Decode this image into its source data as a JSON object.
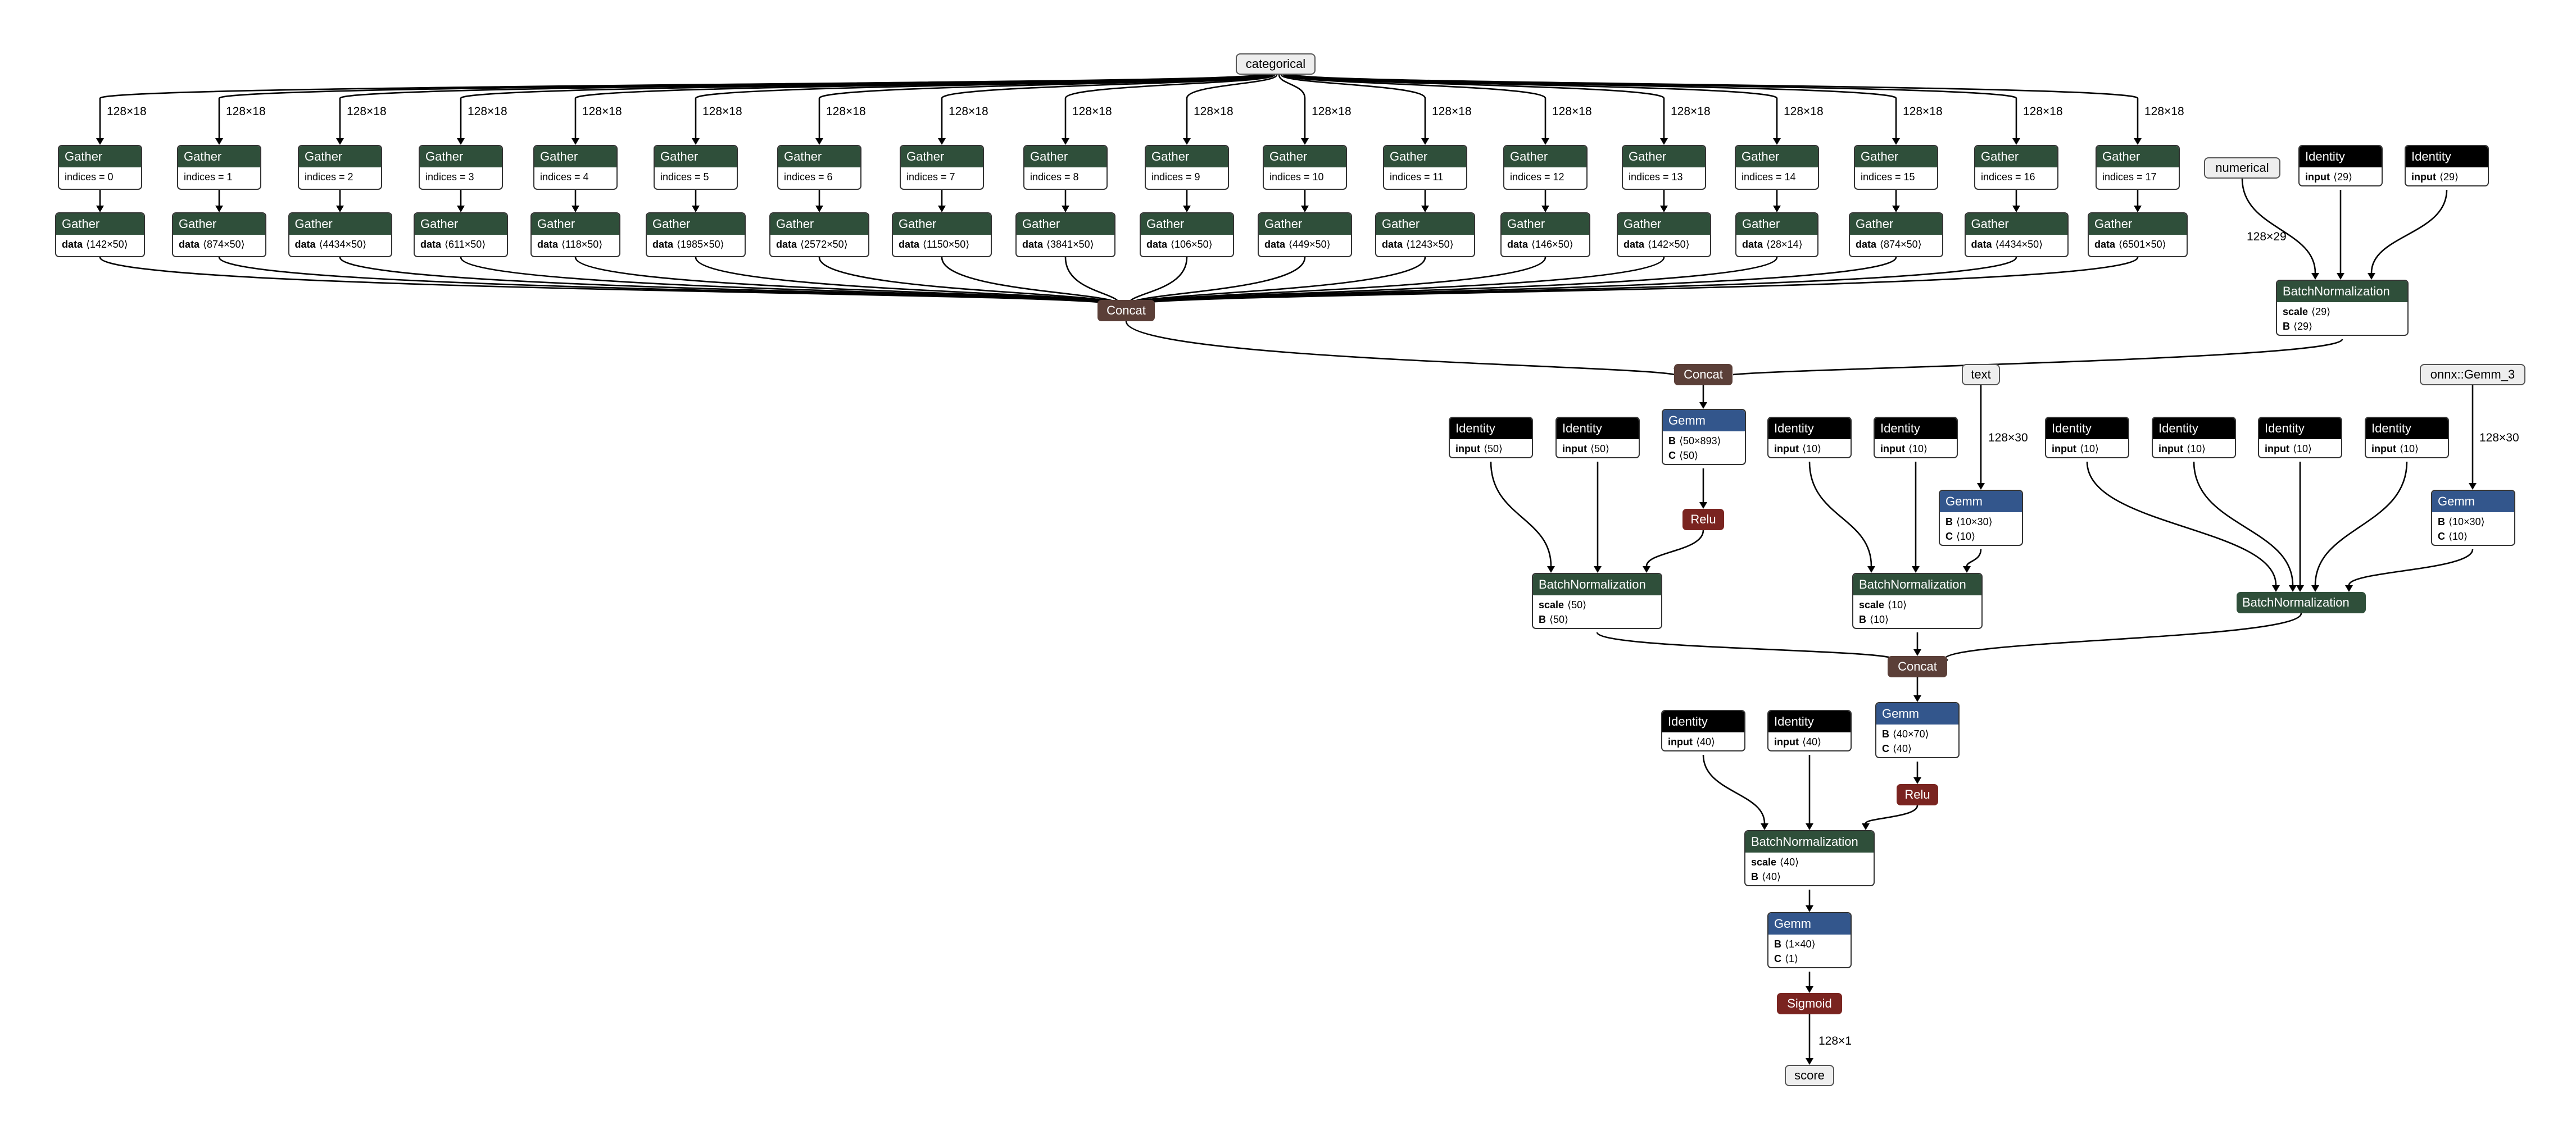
{
  "inputs": {
    "categorical": "categorical",
    "numerical": "numerical",
    "text": "text",
    "onnx_gemm3": "onnx::Gemm_3"
  },
  "output": "score",
  "categorical_gathers": [
    {
      "op": "Gather",
      "attr": "indices = 0",
      "data_label": "data",
      "data": "⟨142×50⟩"
    },
    {
      "op": "Gather",
      "attr": "indices = 1",
      "data_label": "data",
      "data": "⟨874×50⟩"
    },
    {
      "op": "Gather",
      "attr": "indices = 2",
      "data_label": "data",
      "data": "⟨4434×50⟩"
    },
    {
      "op": "Gather",
      "attr": "indices = 3",
      "data_label": "data",
      "data": "⟨611×50⟩"
    },
    {
      "op": "Gather",
      "attr": "indices = 4",
      "data_label": "data",
      "data": "⟨118×50⟩"
    },
    {
      "op": "Gather",
      "attr": "indices = 5",
      "data_label": "data",
      "data": "⟨1985×50⟩"
    },
    {
      "op": "Gather",
      "attr": "indices = 6",
      "data_label": "data",
      "data": "⟨2572×50⟩"
    },
    {
      "op": "Gather",
      "attr": "indices = 7",
      "data_label": "data",
      "data": "⟨1150×50⟩"
    },
    {
      "op": "Gather",
      "attr": "indices = 8",
      "data_label": "data",
      "data": "⟨3841×50⟩"
    },
    {
      "op": "Gather",
      "attr": "indices = 9",
      "data_label": "data",
      "data": "⟨106×50⟩"
    },
    {
      "op": "Gather",
      "attr": "indices = 10",
      "data_label": "data",
      "data": "⟨449×50⟩"
    },
    {
      "op": "Gather",
      "attr": "indices = 11",
      "data_label": "data",
      "data": "⟨1243×50⟩"
    },
    {
      "op": "Gather",
      "attr": "indices = 12",
      "data_label": "data",
      "data": "⟨146×50⟩"
    },
    {
      "op": "Gather",
      "attr": "indices = 13",
      "data_label": "data",
      "data": "⟨142×50⟩"
    },
    {
      "op": "Gather",
      "attr": "indices = 14",
      "data_label": "data",
      "data": "⟨28×14⟩"
    },
    {
      "op": "Gather",
      "attr": "indices = 15",
      "data_label": "data",
      "data": "⟨874×50⟩"
    },
    {
      "op": "Gather",
      "attr": "indices = 16",
      "data_label": "data",
      "data": "⟨4434×50⟩"
    },
    {
      "op": "Gather",
      "attr": "indices = 17",
      "data_label": "data",
      "data": "⟨6501×50⟩"
    }
  ],
  "edge_labels": {
    "cat_gather": "128×18",
    "numerical": "128×29",
    "text": "128×30",
    "onnx": "128×30",
    "score": "128×1"
  },
  "nodes": {
    "concat_cat": {
      "op": "Concat"
    },
    "id_num1": {
      "op": "Identity",
      "rows": [
        {
          "k": "input",
          "v": "⟨29⟩"
        }
      ]
    },
    "id_num2": {
      "op": "Identity",
      "rows": [
        {
          "k": "input",
          "v": "⟨29⟩"
        }
      ]
    },
    "bn_num": {
      "op": "BatchNormalization",
      "rows": [
        {
          "k": "scale",
          "v": "⟨29⟩"
        },
        {
          "k": "B",
          "v": "⟨29⟩"
        }
      ]
    },
    "concat_mid": {
      "op": "Concat"
    },
    "id_a1": {
      "op": "Identity",
      "rows": [
        {
          "k": "input",
          "v": "⟨50⟩"
        }
      ]
    },
    "id_a2": {
      "op": "Identity",
      "rows": [
        {
          "k": "input",
          "v": "⟨50⟩"
        }
      ]
    },
    "gemm_a": {
      "op": "Gemm",
      "rows": [
        {
          "k": "B",
          "v": "⟨50×893⟩"
        },
        {
          "k": "C",
          "v": "⟨50⟩"
        }
      ]
    },
    "relu_a": {
      "op": "Relu"
    },
    "bn_a": {
      "op": "BatchNormalization",
      "rows": [
        {
          "k": "scale",
          "v": "⟨50⟩"
        },
        {
          "k": "B",
          "v": "⟨50⟩"
        }
      ]
    },
    "id_b1": {
      "op": "Identity",
      "rows": [
        {
          "k": "input",
          "v": "⟨10⟩"
        }
      ]
    },
    "id_b2": {
      "op": "Identity",
      "rows": [
        {
          "k": "input",
          "v": "⟨10⟩"
        }
      ]
    },
    "gemm_b": {
      "op": "Gemm",
      "rows": [
        {
          "k": "B",
          "v": "⟨10×30⟩"
        },
        {
          "k": "C",
          "v": "⟨10⟩"
        }
      ]
    },
    "bn_b": {
      "op": "BatchNormalization",
      "rows": [
        {
          "k": "scale",
          "v": "⟨10⟩"
        },
        {
          "k": "B",
          "v": "⟨10⟩"
        }
      ]
    },
    "id_c1": {
      "op": "Identity",
      "rows": [
        {
          "k": "input",
          "v": "⟨10⟩"
        }
      ]
    },
    "id_c2": {
      "op": "Identity",
      "rows": [
        {
          "k": "input",
          "v": "⟨10⟩"
        }
      ]
    },
    "id_c3": {
      "op": "Identity",
      "rows": [
        {
          "k": "input",
          "v": "⟨10⟩"
        }
      ]
    },
    "id_c4": {
      "op": "Identity",
      "rows": [
        {
          "k": "input",
          "v": "⟨10⟩"
        }
      ]
    },
    "gemm_c": {
      "op": "Gemm",
      "rows": [
        {
          "k": "B",
          "v": "⟨10×30⟩"
        },
        {
          "k": "C",
          "v": "⟨10⟩"
        }
      ]
    },
    "bn_c": {
      "op": "BatchNormalization"
    },
    "concat_low": {
      "op": "Concat"
    },
    "id_d1": {
      "op": "Identity",
      "rows": [
        {
          "k": "input",
          "v": "⟨40⟩"
        }
      ]
    },
    "id_d2": {
      "op": "Identity",
      "rows": [
        {
          "k": "input",
          "v": "⟨40⟩"
        }
      ]
    },
    "gemm_d": {
      "op": "Gemm",
      "rows": [
        {
          "k": "B",
          "v": "⟨40×70⟩"
        },
        {
          "k": "C",
          "v": "⟨40⟩"
        }
      ]
    },
    "relu_d": {
      "op": "Relu"
    },
    "bn_d": {
      "op": "BatchNormalization",
      "rows": [
        {
          "k": "scale",
          "v": "⟨40⟩"
        },
        {
          "k": "B",
          "v": "⟨40⟩"
        }
      ]
    },
    "gemm_e": {
      "op": "Gemm",
      "rows": [
        {
          "k": "B",
          "v": "⟨1×40⟩"
        },
        {
          "k": "C",
          "v": "⟨1⟩"
        }
      ]
    },
    "sigmoid": {
      "op": "Sigmoid"
    }
  },
  "colors": {
    "gather": "#2f4f3a",
    "identity": "#000000",
    "gemm": "#33568c",
    "batchnorm": "#2f4f3a",
    "concat": "#5b3f38",
    "activation": "#7a2420",
    "io": "#eeeeee"
  }
}
